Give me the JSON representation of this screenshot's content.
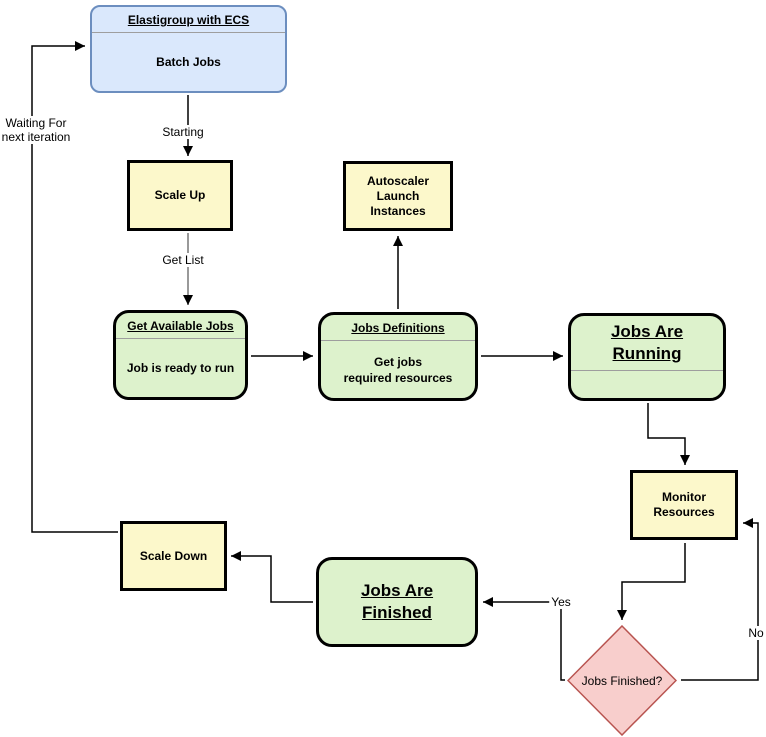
{
  "colors": {
    "blue_fill": "#dae8fc",
    "blue_border": "#6c8ebf",
    "yellow_fill": "#fcf8cb",
    "green_fill": "#ddf2cc",
    "red_fill": "#f8cecc",
    "red_border": "#b85450",
    "connector": "#000000",
    "connector_gray": "#999999"
  },
  "nodes": {
    "elastigroup": {
      "title": "Elastigroup with ECS",
      "body": "Batch Jobs"
    },
    "scale_up": {
      "label": "Scale Up"
    },
    "autoscaler": {
      "lines": [
        "Autoscaler",
        "Launch",
        "Instances"
      ]
    },
    "get_available_jobs": {
      "title": "Get Available Jobs",
      "body": "Job is ready to run"
    },
    "jobs_definitions": {
      "title": "Jobs Definitions",
      "body_lines": [
        "Get jobs",
        "required resources"
      ]
    },
    "jobs_are_running": {
      "title_lines": [
        "Jobs Are",
        "Running"
      ]
    },
    "monitor_resources": {
      "lines": [
        "Monitor",
        "Resources"
      ]
    },
    "jobs_finished_decision": {
      "label": "Jobs Finished?"
    },
    "jobs_are_finished": {
      "title_lines": [
        "Jobs Are",
        "Finished"
      ]
    },
    "scale_down": {
      "label": "Scale Down"
    }
  },
  "edge_labels": {
    "starting": "Starting",
    "get_list": "Get List",
    "waiting_lines": [
      "Waiting For",
      "next iteration"
    ],
    "yes": "Yes",
    "no": "No"
  }
}
